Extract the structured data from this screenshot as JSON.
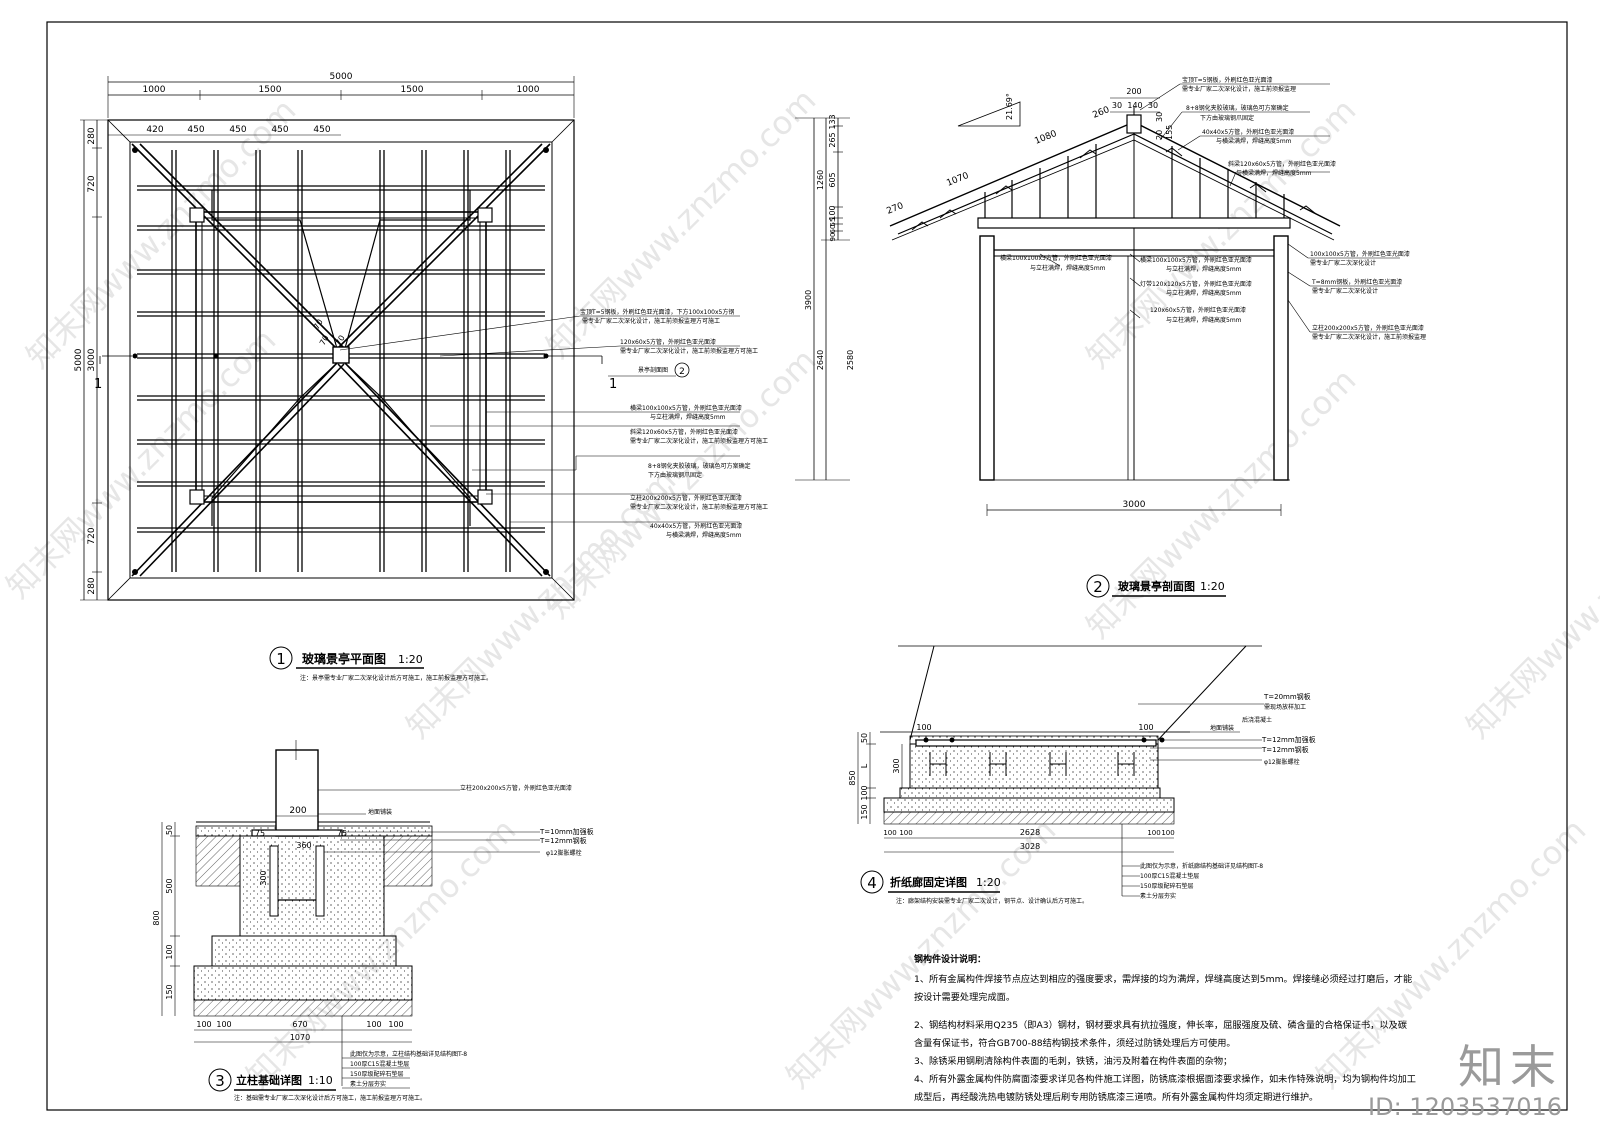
{
  "plan": {
    "dim_total": "5000",
    "dim_top": [
      "1000",
      "1500",
      "1500",
      "1000"
    ],
    "dim_inner": [
      "420",
      "450",
      "450",
      "450",
      "450"
    ],
    "dim_left": [
      "280",
      "720",
      "3000",
      "720",
      "280"
    ],
    "dim_left_total": "5000",
    "center_dims": [
      "70",
      "70",
      "70"
    ],
    "section_mark": "1",
    "notes": [
      {
        "l1": "宝顶T=5钢板，外刷红色亚光面漆，下方100x100x5方钢",
        "l2": "需专业厂家二次深化设计，施工前须报监理方可施工"
      },
      {
        "l1": "120x60x5方管，外刷红色亚光面漆",
        "l2": "需专业厂家二次深化设计，施工前须报监理方可施工"
      },
      {
        "l1": "景亭剖面图",
        "l2": ""
      },
      {
        "l1": "横梁100x100x5方管，外刷红色亚光面漆",
        "l2": "与立柱满焊，焊缝高度5mm"
      },
      {
        "l1": "斜梁120x60x5方管，外刷红色亚光面漆",
        "l2": "需专业厂家二次深化设计，施工前须报监理方可施工"
      },
      {
        "l1": "8+8钢化夹胶玻璃，玻璃色可方案确定",
        "l2": "下方由玻璃钢爪固定"
      },
      {
        "l1": "立柱200x200x5方管，外刷红色亚光面漆",
        "l2": "需专业厂家二次深化设计，施工前须报监理方可施工"
      },
      {
        "l1": "40x40x5方管，外刷红色亚光面漆",
        "l2": "与横梁满焊，焊缝高度5mm"
      }
    ],
    "title_num": "1",
    "title": "玻璃景亭平面图",
    "scale": "1:20",
    "note": "注：景亭需专业厂家二次深化设计后方可施工，施工前报监理方可施工。"
  },
  "section": {
    "dims_left": [
      "133",
      "265",
      "605",
      "100",
      "55",
      "60",
      "90"
    ],
    "dims_outer": [
      "1260",
      "3900",
      "2640"
    ],
    "dim_2580": "2580",
    "dim_bottom": "3000",
    "dims_roof": [
      "270",
      "1070",
      "1080",
      "260"
    ],
    "dims_top": [
      "200",
      "30",
      "140",
      "30",
      "20",
      "155",
      "30"
    ],
    "slope": "21.69°",
    "notes_right": [
      {
        "l1": "宝顶T=5钢板，外刷红色亚光面漆",
        "l2": "需专业厂家二次深化设计，施工前须报监理"
      },
      {
        "l1": "8+8钢化夹胶玻璃，玻璃色可方案确定",
        "l2": "下方由玻璃钢爪固定"
      },
      {
        "l1": "40x40x5方管，外刷红色亚光面漆",
        "l2": "与横梁满焊，焊缝高度5mm"
      },
      {
        "l1": "斜梁120x60x5方管，外刷红色亚光面漆",
        "l2": "与横梁满焊，焊缝高度5mm"
      },
      {
        "l1": "100x100x5方管，外刷红色亚光面漆",
        "l2": "需专业厂家二次深化设计"
      },
      {
        "l1": "T=8mm钢板，外刷红色亚光面漆",
        "l2": "需专业厂家二次深化设计"
      },
      {
        "l1": "立柱200x200x5方管，外刷红色亚光面漆",
        "l2": "需专业厂家二次深化设计，施工前须报监理"
      }
    ],
    "notes_mid": [
      {
        "l1": "横梁100x100x5方管，外刷红色亚光面漆",
        "l2": "与立柱满焊，焊缝高度5mm"
      },
      {
        "l1": "横梁100x100x5方管，外刷红色亚光面漆",
        "l2": "与立柱满焊，焊缝高度5mm"
      },
      {
        "l1": "灯带120x120x5方管，外刷红色亚光面漆",
        "l2": "与立柱满焊，焊缝高度5mm"
      },
      {
        "l1": "120x60x5方管，外刷红色亚光面漆",
        "l2": "与立柱满焊，焊缝高度5mm"
      }
    ],
    "title_num": "2",
    "title": "玻璃景亭剖面图",
    "scale": "1:20"
  },
  "column_base": {
    "dim_col": "200",
    "dim_plate": "360",
    "dims_75": [
      "75",
      "75"
    ],
    "dim_300": "300",
    "dims_left": [
      "50",
      "500",
      "100",
      "150"
    ],
    "dim_total_h": "800",
    "dims_bottom": [
      "100",
      "100",
      "670",
      "100",
      "100"
    ],
    "dim_bottom_total": "1070",
    "notes_top": [
      "立柱200x200x5方管，外刷红色亚光面漆",
      "地面铺装",
      "T=10mm加强板",
      "T=12mm钢板",
      "φ12膨胀螺栓"
    ],
    "notes_bottom": [
      "此图仅为示意，立柱结构基础详见结构图T-8",
      "100厚C15混凝土垫层",
      "150厚级配碎石垫层",
      "素土分层夯实"
    ],
    "title_num": "3",
    "title": "立柱基础详图",
    "scale": "1:10",
    "note": "注：基础需专业厂家二次深化设计后方可施工，施工前报监理方可施工。"
  },
  "fold_detail": {
    "dims_left": [
      "50",
      "300",
      "100",
      "150"
    ],
    "dim_L": "L",
    "dim_total_h": "850",
    "dims_100": [
      "100",
      "100"
    ],
    "dims_bottom": [
      "100",
      "100",
      "2628",
      "100",
      "100"
    ],
    "dim_bottom_total": "3028",
    "notes_top": [
      "T=20mm钢板",
      "需现场放样加工",
      "后浇混凝土",
      "地面铺装",
      "T=12mm加强板",
      "T=12mm钢板",
      "φ12膨胀螺栓"
    ],
    "notes_bottom": [
      "此图仅为示意，折纸廊结构基础详见结构图T-8",
      "100厚C15混凝土垫层",
      "150厚级配碎石垫层",
      "素土分层夯实"
    ],
    "title_num": "4",
    "title": "折纸廊固定详图",
    "scale": "1:20",
    "note": "注：廊架结构安装需专业厂家二次设计，钢节点、设计确认后方可施工。"
  },
  "design_notes": {
    "heading": "钢构件设计说明：",
    "lines": [
      "1、所有金属构件焊接节点应达到相应的强度要求，需焊接的均为满焊，焊缝高度达到5mm。焊接缝必须经过打磨后，才能",
      "按设计需要处理完成面。",
      "2、钢结构材料采用Q235（即A3）钢材，钢材要求具有抗拉强度，伸长率，屈服强度及硫、磷含量的合格保证书，以及碳",
      "含量有保证书，符合GB700-88结构钢技术条件，须经过防锈处理后方可使用。",
      "3、除锈采用钢刷清除构件表面的毛刺，铁锈，油污及附着在构件表面的杂物；",
      "4、所有外露金属构件防腐面漆要求详见各构件施工详图，防锈底漆根据面漆要求操作，如未作特殊说明，均为钢构件均加工",
      "成型后，再经酸洗热电镀防锈处理后刷专用防锈底漆三道喷。所有外露金属构件均须定期进行维护。"
    ]
  },
  "watermark": {
    "text": "知末网www.znzmo.com",
    "brand": "知末",
    "id": "ID: 1203537016"
  },
  "colors": {
    "line": "#000000",
    "watermark": "#e6e6e6",
    "brand": "#9a9a9a"
  }
}
